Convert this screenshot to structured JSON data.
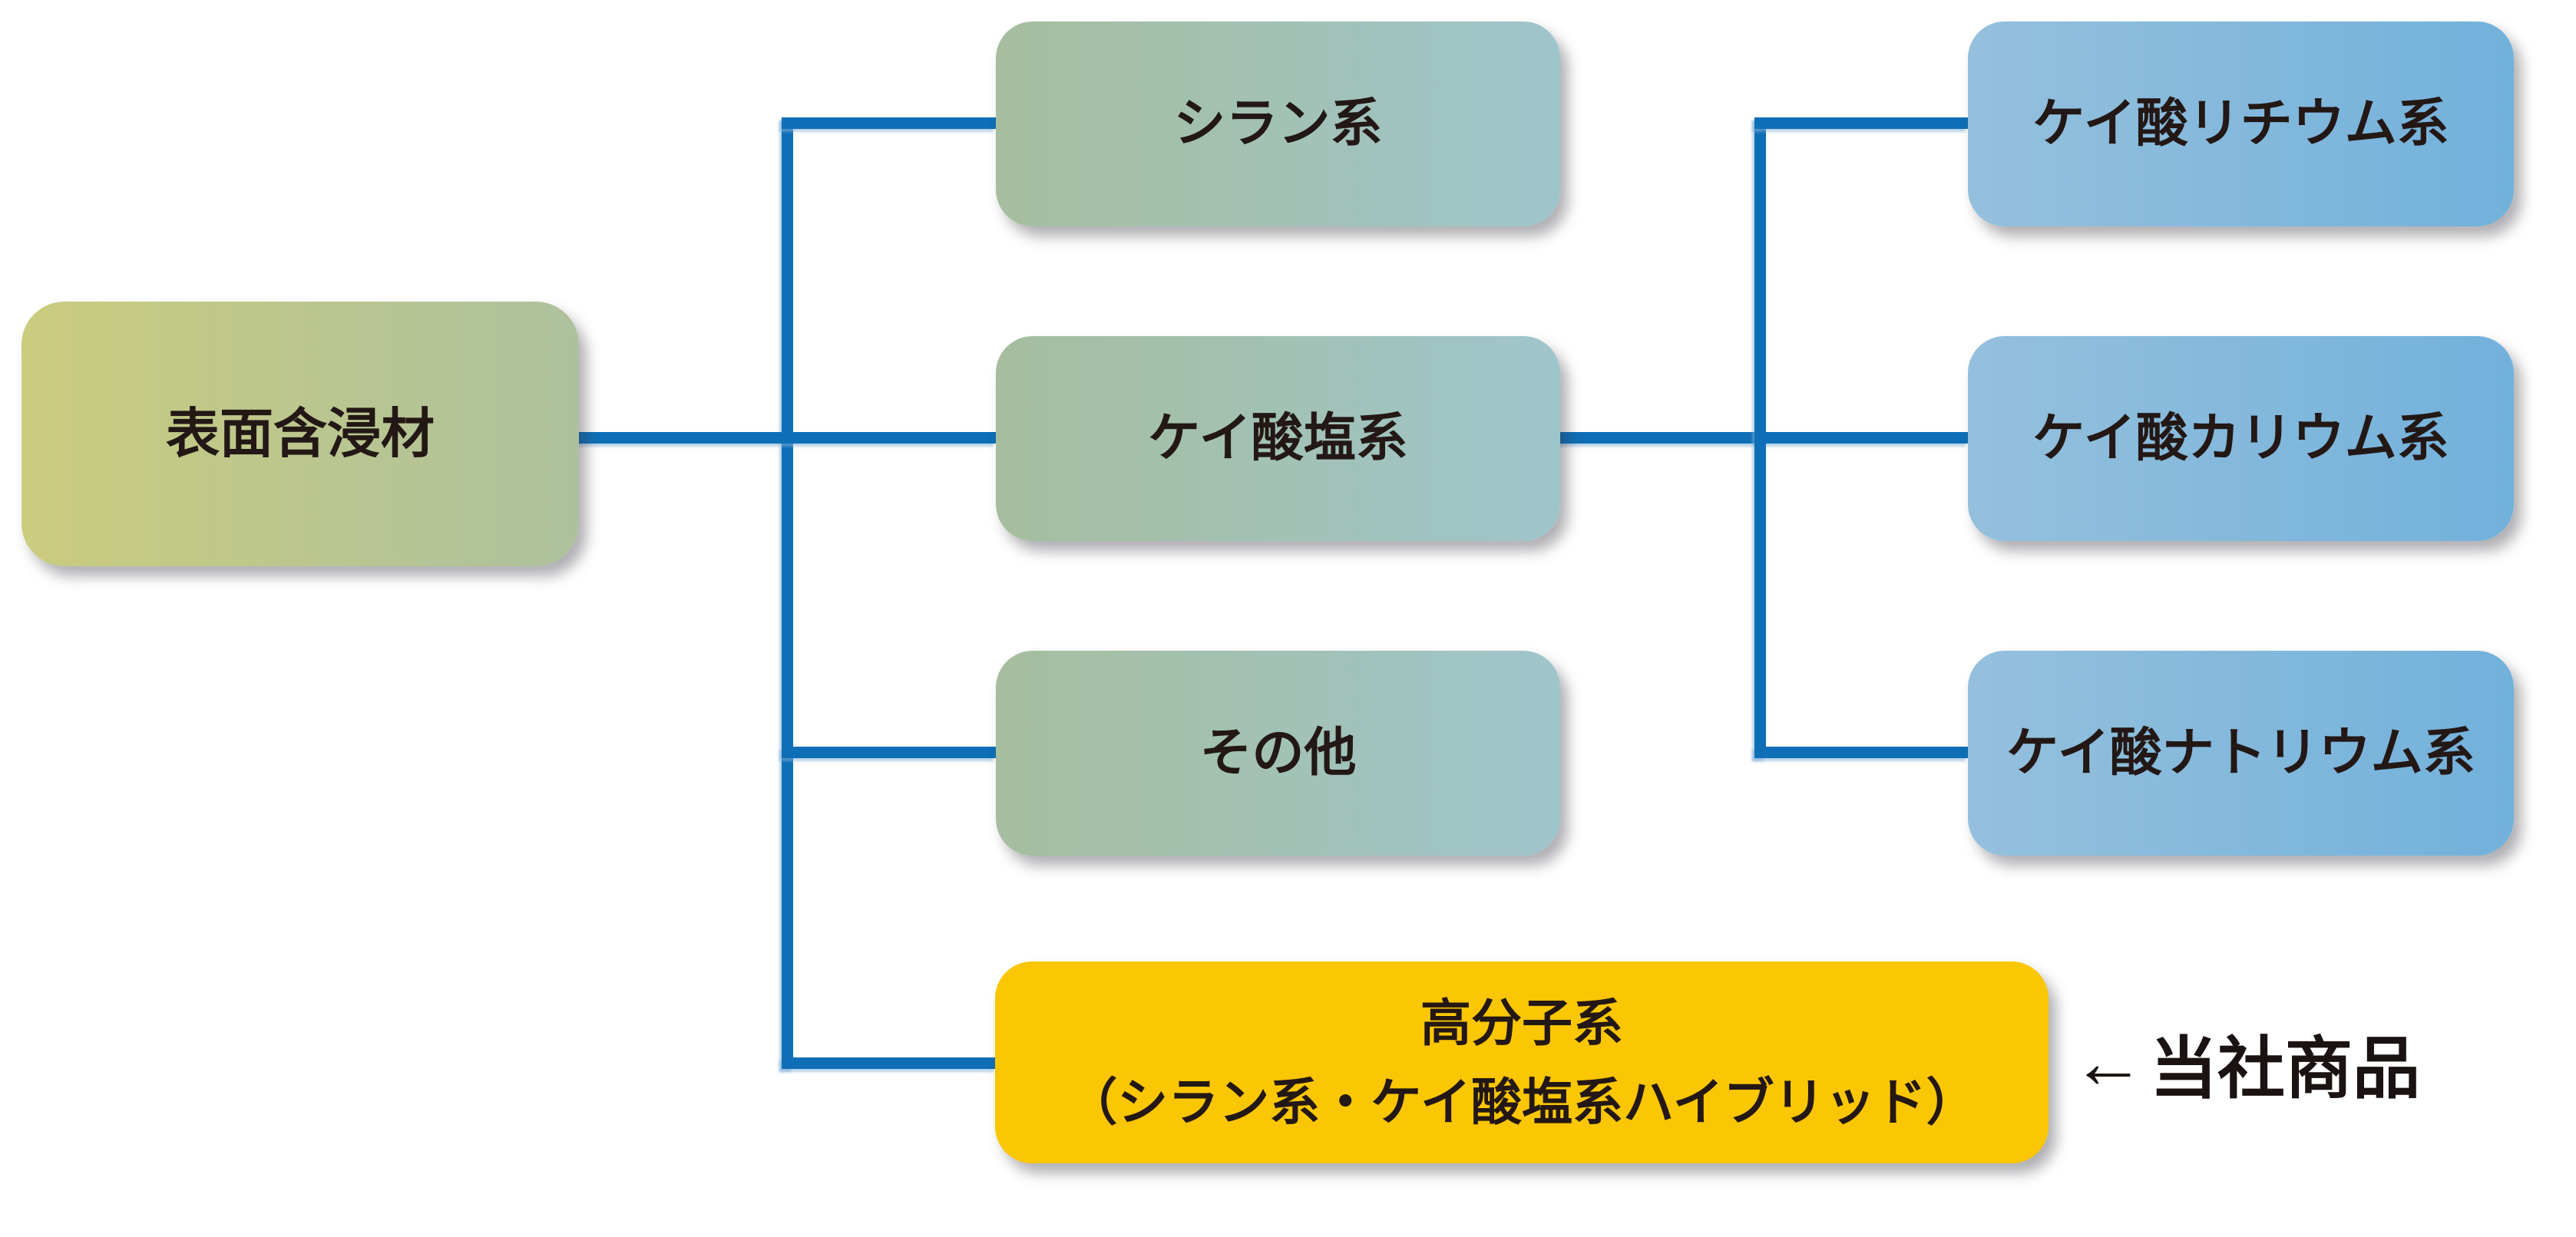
{
  "diagram": {
    "title_context": "surface impregnation material classification tree",
    "root": {
      "label": "表面含浸材"
    },
    "categories": [
      {
        "id": "silane",
        "label": "シラン系"
      },
      {
        "id": "silicate",
        "label": "ケイ酸塩系"
      },
      {
        "id": "other",
        "label": "その他"
      },
      {
        "id": "polymer",
        "label_line1": "高分子系",
        "label_line2": "（シラン系・ケイ酸塩系ハイブリッド）",
        "highlighted": true
      }
    ],
    "silicate_children": [
      {
        "id": "lithium",
        "label": "ケイ酸リチウム系"
      },
      {
        "id": "potassium",
        "label": "ケイ酸カリウム系"
      },
      {
        "id": "sodium",
        "label": "ケイ酸ナトリウム系"
      }
    ],
    "caption": {
      "arrow": "←",
      "text": "当社商品"
    },
    "colors": {
      "connector_blue": "#0e6fb7",
      "highlight_yellow": "#fbc603",
      "root_gradient_start": "#cacc7e",
      "root_gradient_end": "#adc19e",
      "category_gradient_start": "#a5be9e",
      "category_gradient_end": "#9fc5cc",
      "child_gradient_start": "#95c0dd",
      "child_gradient_end": "#72b1db",
      "text_color": "#231815",
      "background": "#ffffff"
    }
  }
}
